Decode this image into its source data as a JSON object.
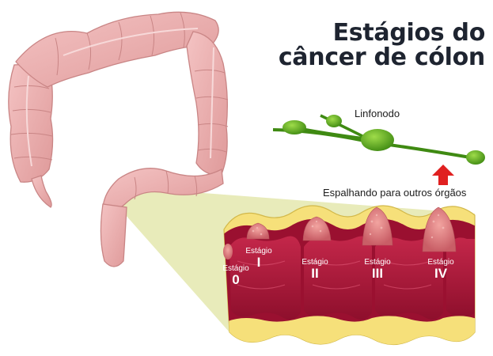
{
  "title": {
    "line1": "Estágios do",
    "line2": "câncer de cólon"
  },
  "labels": {
    "lymph_node": "Linfonodo",
    "spreading": "Espalhando para outros órgãos"
  },
  "stages": [
    {
      "word": "Estágio",
      "numeral": "0"
    },
    {
      "word": "Estágio",
      "numeral": "I"
    },
    {
      "word": "Estágio",
      "numeral": "II"
    },
    {
      "word": "Estágio",
      "numeral": "III"
    },
    {
      "word": "Estágio",
      "numeral": "IV"
    }
  ],
  "colors": {
    "colon": "#eeb0b0",
    "colon_stroke": "#c98585",
    "wall_outer": "#f6e07a",
    "wall_inner": "#9a1030",
    "lumen": "#b21a3c",
    "tumor": "#e58a8a",
    "lymph": "#5aa520",
    "arrow": "#e02020",
    "callout": "#e6e9b3"
  }
}
